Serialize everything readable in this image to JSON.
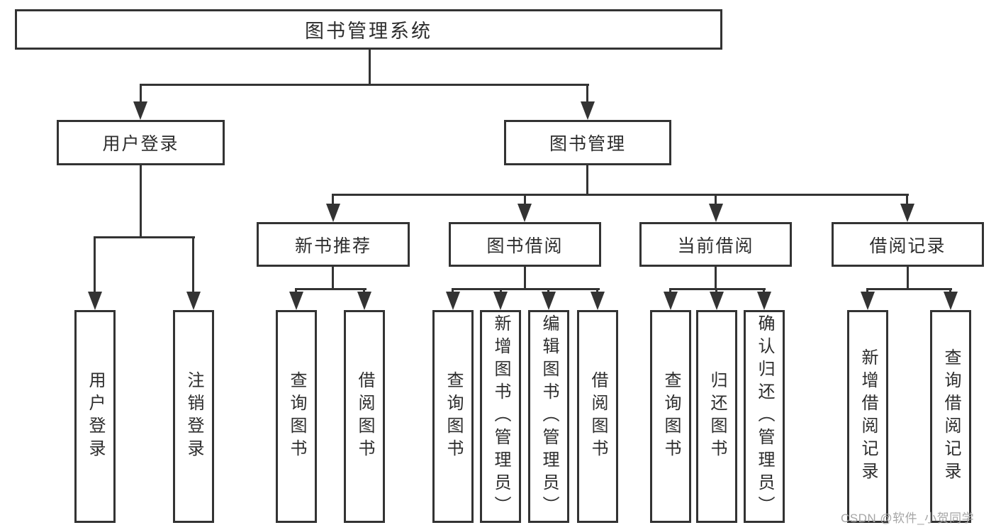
{
  "title": "图书管理系统",
  "level2": [
    "用户登录",
    "图书管理"
  ],
  "level3": [
    "新书推荐",
    "图书借阅",
    "当前借阅",
    "借阅记录"
  ],
  "leaves": {
    "user_login": [
      "用户登录",
      "注销登录"
    ],
    "new_book_recommend": [
      "查询图书",
      "借阅图书"
    ],
    "book_borrow": [
      "查询图书",
      "新增图书（管理员）",
      "编辑图书（管理员）",
      "借阅图书"
    ],
    "current_borrow": [
      "查询图书",
      "归还图书",
      "确认归还（管理员）"
    ],
    "borrow_record": [
      "新增借阅记录",
      "查询借阅记录"
    ]
  },
  "watermark": "CSDN @软件_小贺同学",
  "colors": {
    "line": "#333333",
    "text": "#2d2d2d",
    "background": "#ffffff",
    "watermark": "#a6a6a6"
  }
}
